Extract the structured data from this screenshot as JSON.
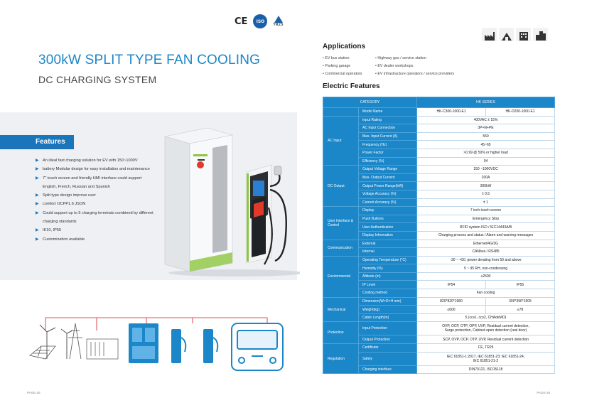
{
  "certifications": {
    "ce": "CE",
    "iso": "ISO",
    "tr": "TR25"
  },
  "title_line1": "300kW SPLIT TYPE FAN COOLING",
  "title_line2": "DC CHARGING SYSTEM",
  "features": {
    "heading": "Features",
    "items": [
      "An ideal fast charging solution for EV with 150~1000V",
      "battery Modular design for easy installation and maintenance",
      "7\" touch screen and friendly HMI interface could support",
      "English, French, Russian and Spanish",
      "Split type design improve user",
      "comfort OCPP1.6 JSON",
      "Could support up to 5 charging terminals combined by different",
      "charging standards",
      "IK10, IP55",
      "Customization available"
    ]
  },
  "applications": {
    "heading": "Applications",
    "items": [
      "• EV bus station",
      "• Highway gas / service station",
      "• Parking garage",
      "• EV dealer workshops",
      "• Commercial operators",
      "• EV infrastracture operators / service providers"
    ],
    "icons": [
      "factory-icon",
      "hospital-icon",
      "office-building-icon",
      "city-buildings-icon"
    ]
  },
  "electric_features": {
    "heading": "Electric Features",
    "header": {
      "category": "CATEGORY",
      "series": "HK SERIES"
    },
    "model_row": {
      "label": "Model Name",
      "v1": "HK-C300-1000-E1",
      "v2": "HK-D200-1000-E1"
    },
    "groups": [
      {
        "name": "AC Input",
        "rows": [
          {
            "label": "Input Rating",
            "value": "400VAC ± 15%"
          },
          {
            "label": "AC Input Connection",
            "value": "3P+N+PE"
          },
          {
            "label": "Max. Input Current (A)",
            "value": "550"
          },
          {
            "label": "Frequency (Hz)",
            "value": "45~65"
          },
          {
            "label": "Power Factor",
            "value": ">0.99 @ 50% or higher load"
          },
          {
            "label": "Efficiency (%)",
            "value": "94"
          }
        ]
      },
      {
        "name": "DC Output",
        "rows": [
          {
            "label": "Output Voltage Range",
            "value": "150 ~1000VDC"
          },
          {
            "label": "Max. Output Current",
            "value": "200A"
          },
          {
            "label": "Output Power Range(kW)",
            "value": "300kW"
          },
          {
            "label": "Voltage Accuracy (%)",
            "value": "± 0.5"
          },
          {
            "label": "Current Accuracy (%)",
            "value": "± 1"
          }
        ]
      },
      {
        "name": "User Interface & Control",
        "rows": [
          {
            "label": "Display",
            "value": "7 inch touch screen"
          },
          {
            "label": "Push Buttons",
            "value": "Emergency Stop"
          },
          {
            "label": "User Authentication",
            "value": "RFID system ISO / IEC14443A/B"
          },
          {
            "label": "Display Information",
            "value": "Charging process and status / Alarm and warning messages"
          }
        ]
      },
      {
        "name": "Communication",
        "rows": [
          {
            "label": "External",
            "value": "Ethernet/4G/3G"
          },
          {
            "label": "Internal",
            "value": "CANbus / RS485"
          }
        ]
      },
      {
        "name": "Environmental",
        "rows": [
          {
            "label": "Operating Temperature (°C)",
            "value": "-30 ~ +50, power derating from 50 and above"
          },
          {
            "label": "Humidity (%)",
            "value": "5 ~ 95 RH, non-condensing"
          },
          {
            "label": "Altitude (m)",
            "value": "≤2500"
          },
          {
            "label": "IP Level",
            "v1": "IP54",
            "v2": "IP55"
          },
          {
            "label": "Cooling method",
            "value": "Fan cooling"
          }
        ]
      },
      {
        "name": "Mechanical",
        "rows": [
          {
            "label": "Dimension(W×D×H mm)",
            "v1": "820*820*1980",
            "v2": "300*396*1505"
          },
          {
            "label": "Weight(kg)",
            "v1": "≤600",
            "v2": "≤78"
          },
          {
            "label": "Cable Length(m)",
            "value": "5 (ccs1, ccs2, CHAdeMO)"
          }
        ]
      },
      {
        "name": "Protection",
        "rows": [
          {
            "label": "Input Protection",
            "value": "OVP, OCP, OTP, OPP, UVP, Residual current detection,",
            "value2": "Surge protection, Cabinet-open detection (real door)"
          },
          {
            "label": "Output Protection",
            "value": "SCP, OVP, OCP, OTP, UVP, Residual current detection"
          }
        ]
      },
      {
        "name": "Regulation",
        "rows": [
          {
            "label": "Certificate",
            "value": "CE, TR25"
          },
          {
            "label": "Safety",
            "value": "IEC 61851-1:2017, IEC 61851-23; IEC 61851-24,",
            "value2": "IEC 61851-21-2"
          },
          {
            "label": "Charging interface",
            "value": "DIN70121, ISO15118"
          }
        ]
      }
    ]
  },
  "page_left": "PAGE-25",
  "page_right": "PAGE-26",
  "colors": {
    "accent": "#1b86c8",
    "feature_tag": "#1b75bb",
    "band": "#eef0f3"
  }
}
